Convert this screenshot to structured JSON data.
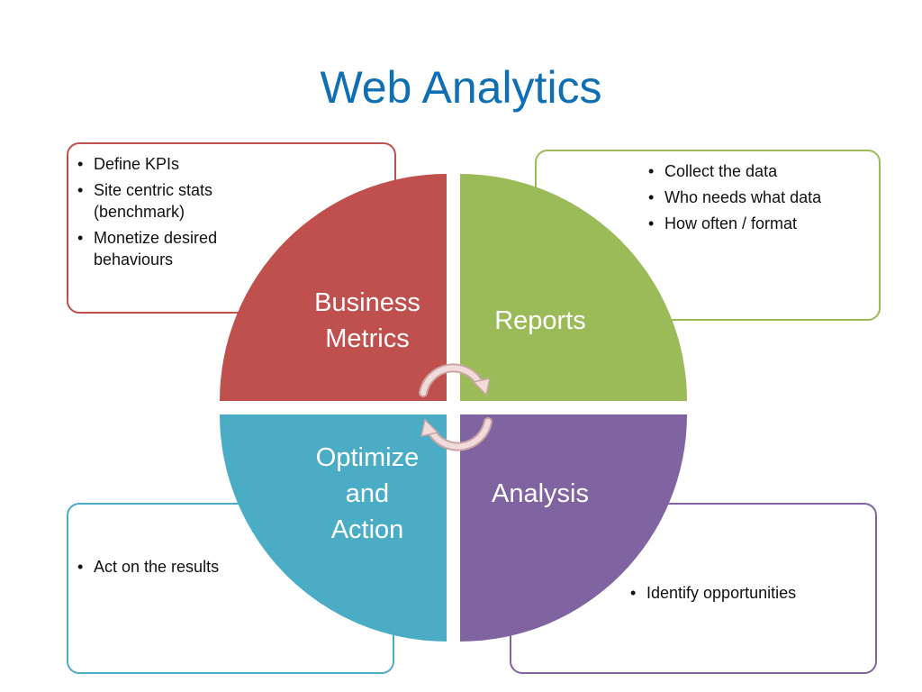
{
  "title": "Web Analytics",
  "quadrants": [
    {
      "id": "business-metrics",
      "label_lines": [
        "Business",
        "Metrics"
      ],
      "color": "#c0504d",
      "bullets": [
        "Define KPIs",
        "Site centric stats (benchmark)",
        "Monetize desired behaviours"
      ]
    },
    {
      "id": "reports",
      "label_lines": [
        "Reports"
      ],
      "color": "#9bbb59",
      "bullets": [
        "Collect the data",
        "Who needs what data",
        "How often / format"
      ]
    },
    {
      "id": "optimize-action",
      "label_lines": [
        "Optimize",
        "and",
        "Action"
      ],
      "color": "#4bacc6",
      "bullets": [
        "Act on the results"
      ]
    },
    {
      "id": "analysis",
      "label_lines": [
        "Analysis"
      ],
      "color": "#8064a2",
      "bullets": [
        "Identify opportunities"
      ]
    }
  ],
  "colors": {
    "title": "#0e6fb5",
    "cycle_arrows": "#f2dcdb"
  },
  "icons": {
    "center": "cycle-arrows-icon"
  }
}
